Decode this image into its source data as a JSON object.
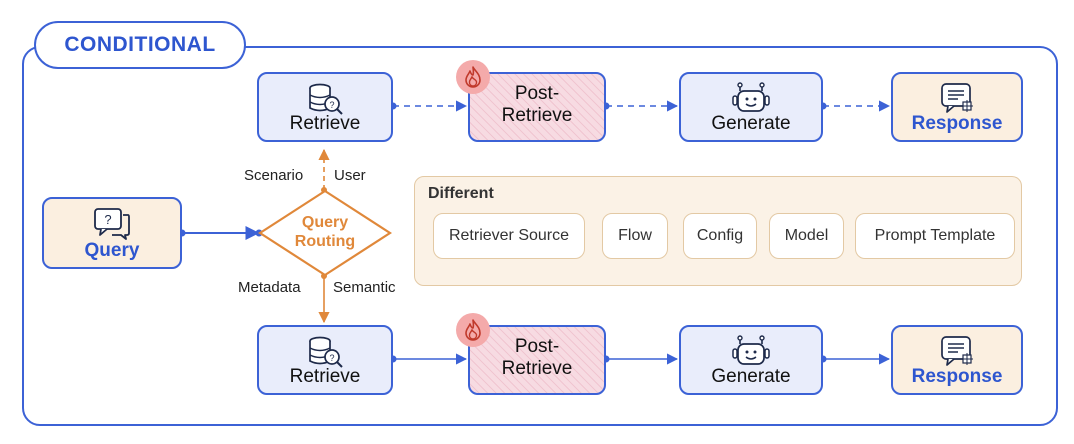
{
  "title": "CONDITIONAL",
  "query": {
    "label": "Query"
  },
  "routing": {
    "line1": "Query",
    "line2": "Routing"
  },
  "edge_labels": {
    "scenario": "Scenario",
    "user": "User",
    "metadata": "Metadata",
    "semantic": "Semantic"
  },
  "top_row": {
    "retrieve": "Retrieve",
    "post_line1": "Post-",
    "post_line2": "Retrieve",
    "generate": "Generate",
    "response": "Response"
  },
  "bottom_row": {
    "retrieve": "Retrieve",
    "post_line1": "Post-",
    "post_line2": "Retrieve",
    "generate": "Generate",
    "response": "Response"
  },
  "different": {
    "title": "Different",
    "items": [
      "Retriever Source",
      "Flow",
      "Config",
      "Model",
      "Prompt Template"
    ]
  },
  "colors": {
    "blue": "#3c62d6",
    "orange": "#e0883a",
    "node_blue_fill": "#e9edfb",
    "node_peach_fill": "#fbefe0",
    "node_pink_fill": "#f7dbe2"
  }
}
